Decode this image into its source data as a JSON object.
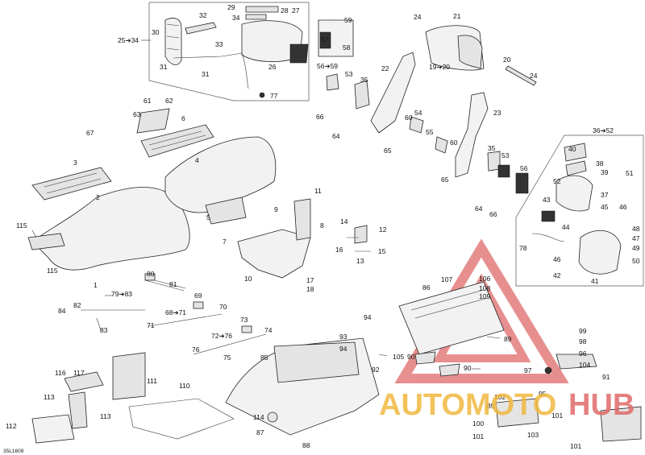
{
  "diagram_id": "35L1609",
  "callouts": [
    {
      "text": "25➔34"
    },
    {
      "text": "30"
    },
    {
      "text": "32"
    },
    {
      "text": "29"
    },
    {
      "text": "34"
    },
    {
      "text": "28"
    },
    {
      "text": "27"
    },
    {
      "text": "33"
    },
    {
      "text": "26"
    },
    {
      "text": "31"
    },
    {
      "text": "31"
    },
    {
      "text": "77"
    },
    {
      "text": "59"
    },
    {
      "text": "57"
    },
    {
      "text": "58"
    },
    {
      "text": "56➔59"
    },
    {
      "text": "53"
    },
    {
      "text": "35"
    },
    {
      "text": "24"
    },
    {
      "text": "21"
    },
    {
      "text": "22"
    },
    {
      "text": "19➔20"
    },
    {
      "text": "20"
    },
    {
      "text": "24"
    },
    {
      "text": "23"
    },
    {
      "text": "66"
    },
    {
      "text": "64"
    },
    {
      "text": "60"
    },
    {
      "text": "54"
    },
    {
      "text": "65"
    },
    {
      "text": "55"
    },
    {
      "text": "60"
    },
    {
      "text": "35"
    },
    {
      "text": "53"
    },
    {
      "text": "65"
    },
    {
      "text": "56"
    },
    {
      "text": "64"
    },
    {
      "text": "66"
    },
    {
      "text": "61"
    },
    {
      "text": "63"
    },
    {
      "text": "62"
    },
    {
      "text": "6"
    },
    {
      "text": "67"
    },
    {
      "text": "3"
    },
    {
      "text": "4"
    },
    {
      "text": "2"
    },
    {
      "text": "5"
    },
    {
      "text": "115"
    },
    {
      "text": "115"
    },
    {
      "text": "1"
    },
    {
      "text": "11"
    },
    {
      "text": "9"
    },
    {
      "text": "8"
    },
    {
      "text": "7"
    },
    {
      "text": "14"
    },
    {
      "text": "12"
    },
    {
      "text": "16"
    },
    {
      "text": "13"
    },
    {
      "text": "15"
    },
    {
      "text": "10"
    },
    {
      "text": "17"
    },
    {
      "text": "18"
    },
    {
      "text": "36➔52"
    },
    {
      "text": "40"
    },
    {
      "text": "38"
    },
    {
      "text": "39"
    },
    {
      "text": "52"
    },
    {
      "text": "51"
    },
    {
      "text": "43"
    },
    {
      "text": "37"
    },
    {
      "text": "45"
    },
    {
      "text": "46"
    },
    {
      "text": "44"
    },
    {
      "text": "48"
    },
    {
      "text": "47"
    },
    {
      "text": "49"
    },
    {
      "text": "78"
    },
    {
      "text": "46"
    },
    {
      "text": "50"
    },
    {
      "text": "42"
    },
    {
      "text": "41"
    },
    {
      "text": "80"
    },
    {
      "text": "81"
    },
    {
      "text": "79➔83"
    },
    {
      "text": "69"
    },
    {
      "text": "84"
    },
    {
      "text": "82"
    },
    {
      "text": "68➔71"
    },
    {
      "text": "70"
    },
    {
      "text": "83"
    },
    {
      "text": "71"
    },
    {
      "text": "73"
    },
    {
      "text": "72➔76"
    },
    {
      "text": "74"
    },
    {
      "text": "76"
    },
    {
      "text": "75"
    },
    {
      "text": "85"
    },
    {
      "text": "107"
    },
    {
      "text": "106"
    },
    {
      "text": "108"
    },
    {
      "text": "109"
    },
    {
      "text": "86"
    },
    {
      "text": "94"
    },
    {
      "text": "89"
    },
    {
      "text": "93"
    },
    {
      "text": "94"
    },
    {
      "text": "105"
    },
    {
      "text": "90"
    },
    {
      "text": "92"
    },
    {
      "text": "90"
    },
    {
      "text": "99"
    },
    {
      "text": "98"
    },
    {
      "text": "96"
    },
    {
      "text": "97"
    },
    {
      "text": "104"
    },
    {
      "text": "91"
    },
    {
      "text": "116"
    },
    {
      "text": "117"
    },
    {
      "text": "111"
    },
    {
      "text": "113"
    },
    {
      "text": "110"
    },
    {
      "text": "113"
    },
    {
      "text": "112"
    },
    {
      "text": "114"
    },
    {
      "text": "87"
    },
    {
      "text": "88"
    },
    {
      "text": "102"
    },
    {
      "text": "95"
    },
    {
      "text": "85"
    },
    {
      "text": "101"
    },
    {
      "text": "100"
    },
    {
      "text": "101"
    },
    {
      "text": "103"
    },
    {
      "text": "101"
    }
  ],
  "watermark": {
    "part1": "AUTOMOTO",
    "part2": "HUB",
    "color_main": "#e06a6a",
    "color_accent": "#f0b840"
  }
}
